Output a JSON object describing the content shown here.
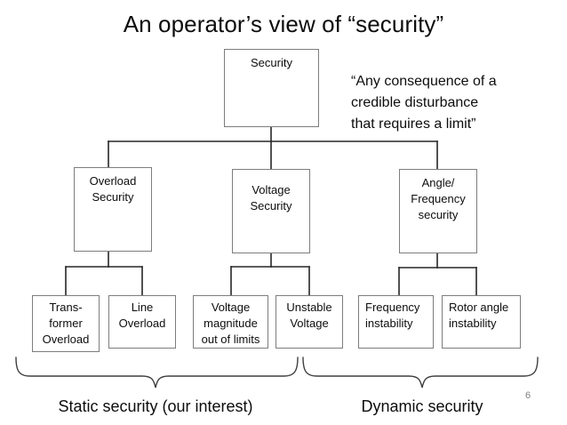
{
  "slide": {
    "title": "An operator’s view of “security”",
    "number": "6",
    "background_color": "#ffffff",
    "text_color": "#0d0d0d",
    "box_border_color": "#7d7d7d",
    "connector_color": "#262626",
    "brace_color": "#3f3f3f",
    "slide_number_color": "#7f7f7f"
  },
  "annotation": {
    "quote_line1": "“Any consequence of a",
    "quote_line2": "credible disturbance",
    "quote_line3": "that requires a limit”"
  },
  "diagram": {
    "root": {
      "label_line1": "Security"
    },
    "level2": [
      {
        "label_line1": "Overload",
        "label_line2": "Security"
      },
      {
        "label_line1": "Voltage",
        "label_line2": " Security"
      },
      {
        "label_line1": "Angle/",
        "label_line2": "Frequency",
        "label_line3": "security"
      }
    ],
    "level3": [
      {
        "label_line1": "Trans-",
        "label_line2": "former",
        "label_line3": "Overload"
      },
      {
        "label_line1": "Line",
        "label_line2": "Overload"
      },
      {
        "label_line1": "Voltage",
        "label_line2": "magnitude",
        "label_line3": "out of limits"
      },
      {
        "label_line1": "Unstable",
        "label_line2": "Voltage"
      },
      {
        "label_line1": "Frequency",
        "label_line2": "instability"
      },
      {
        "label_line1": "Rotor angle",
        "label_line2": "instability"
      }
    ]
  },
  "groups": {
    "static_label": "Static security (our interest)",
    "dynamic_label": "Dynamic security"
  }
}
